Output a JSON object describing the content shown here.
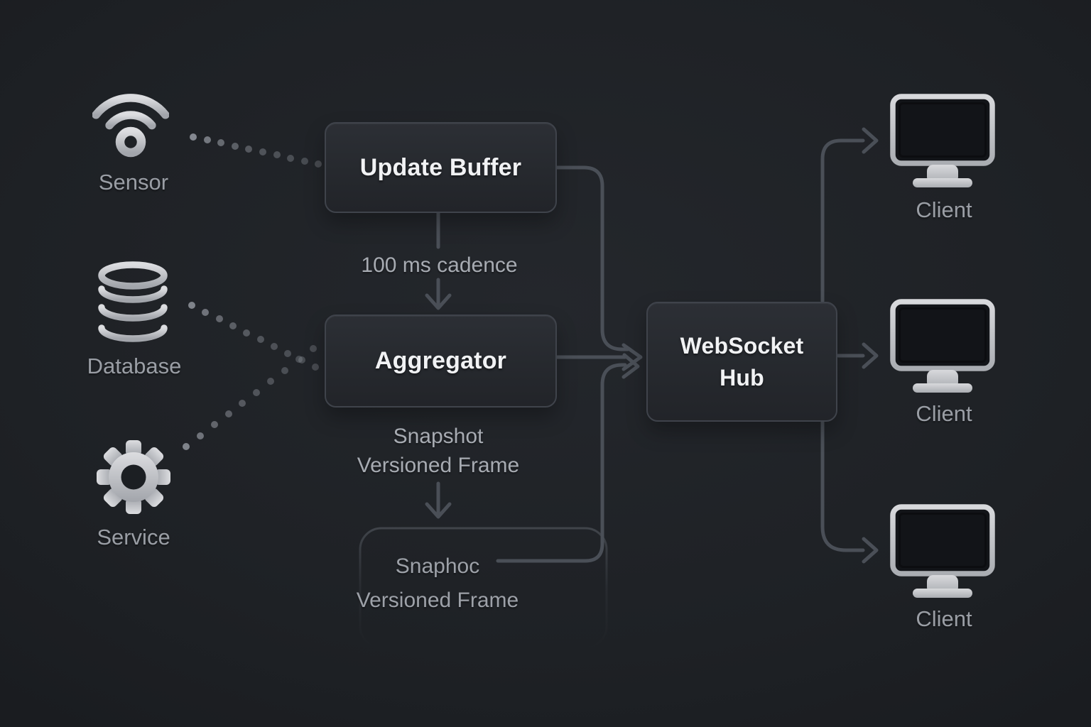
{
  "diagram_title": "",
  "colors": {
    "background": "#1d2024",
    "node_fill": "#282b31",
    "node_border": "#3f434b",
    "node_text": "#f1f2f4",
    "connector": "#4a4f57",
    "annotation_text": "#a7abb2",
    "side_label_text": "#9a9ea5",
    "icon_gray": "#c9cbce"
  },
  "sources": [
    {
      "label": "Sensor",
      "icon": "wifi-sensor-icon"
    },
    {
      "label": "Database",
      "icon": "database-icon"
    },
    {
      "label": "Service",
      "icon": "gear-icon"
    }
  ],
  "nodes": {
    "update_buffer": {
      "label": "Update Buffer"
    },
    "aggregator": {
      "label": "Aggregator"
    },
    "websocket_hub": {
      "label": "WebSocket Hub"
    }
  },
  "annotations": {
    "cadence": "100 ms cadence",
    "snapshot_line1": "Snapshot",
    "snapshot_line2": "Versioned Frame",
    "ghost_line1": "Snaphoc",
    "ghost_line2": "Versioned Frame"
  },
  "clients": [
    {
      "label": "Client",
      "icon": "monitor-icon"
    },
    {
      "label": "Client",
      "icon": "monitor-icon"
    },
    {
      "label": "Client",
      "icon": "monitor-icon"
    }
  ]
}
